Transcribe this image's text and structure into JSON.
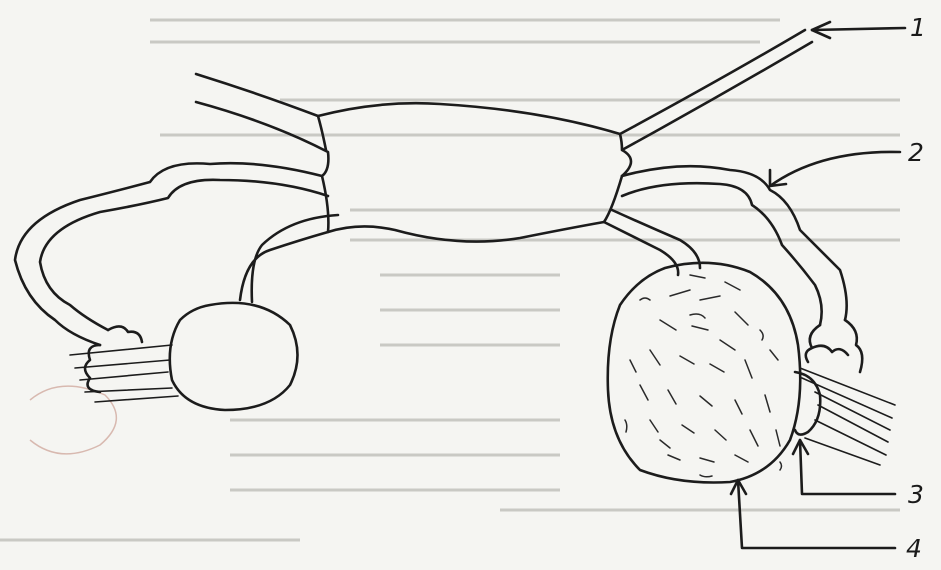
{
  "labels": {
    "l1": "1",
    "l2": "2",
    "l3": "3",
    "l4": "4"
  }
}
